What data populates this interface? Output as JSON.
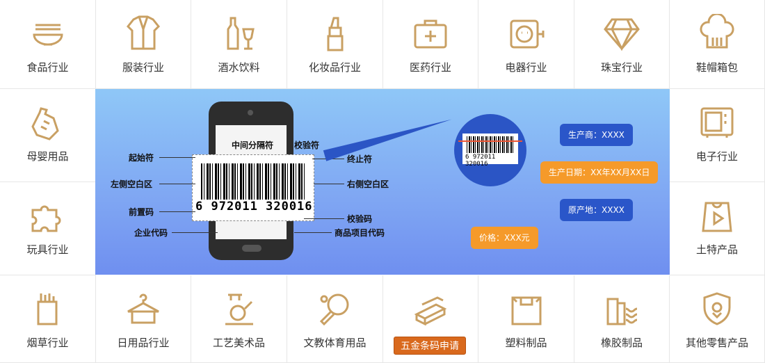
{
  "categories": {
    "food": "食品行业",
    "clothing": "服装行业",
    "drinks": "酒水饮料",
    "cosmetics": "化妆品行业",
    "medicine": "医药行业",
    "appliance": "电器行业",
    "jewelry": "珠宝行业",
    "shoes": "鞋帽箱包",
    "baby": "母婴用品",
    "electronics": "电子行业",
    "toys": "玩具行业",
    "specialty": "土特产品",
    "tobacco": "烟草行业",
    "daily": "日用品行业",
    "crafts": "工艺美术品",
    "sports": "文教体育用品",
    "apply": "五金条码申请",
    "plastic": "塑料制品",
    "rubber": "橡胶制品",
    "retail": "其他零售产品"
  },
  "banner": {
    "barcode_number": "6 972011 320016",
    "mini_number": "6 972011 320016",
    "labels": {
      "middle": "中间分隔符",
      "check_top": "校验符",
      "start": "起始符",
      "end": "终止符",
      "left_blank": "左侧空白区",
      "right_blank": "右侧空白区",
      "prefix": "前置码",
      "check_code": "校验码",
      "company": "企业代码",
      "product": "商品项目代码"
    },
    "bubbles": {
      "maker": "生产商：XXXX",
      "date": "生产日期：XX年XX月XX日",
      "origin": "原产地：XXXX",
      "price": "价格：XXX元"
    }
  },
  "colors": {
    "icon": "#c9a063",
    "accent": "#d9691d",
    "banner_blue": "#2a56c9",
    "bubble_orange": "#f59a2a"
  },
  "icons": {
    "food": "bowl-icon",
    "clothing": "suit-icon",
    "drinks": "bottle-glass-icon",
    "cosmetics": "lipstick-icon",
    "medicine": "medical-kit-icon",
    "appliance": "socket-icon",
    "jewelry": "diamond-icon",
    "shoes": "chef-hat-icon",
    "baby": "baby-bottle-icon",
    "electronics": "device-icon",
    "toys": "puzzle-icon",
    "specialty": "play-bag-icon",
    "tobacco": "cigarette-box-icon",
    "daily": "hanger-icon",
    "crafts": "craft-icon",
    "sports": "ping-pong-icon",
    "apply": "hardware-icon",
    "plastic": "box-icon",
    "rubber": "rubber-icon",
    "retail": "shield-icon"
  }
}
